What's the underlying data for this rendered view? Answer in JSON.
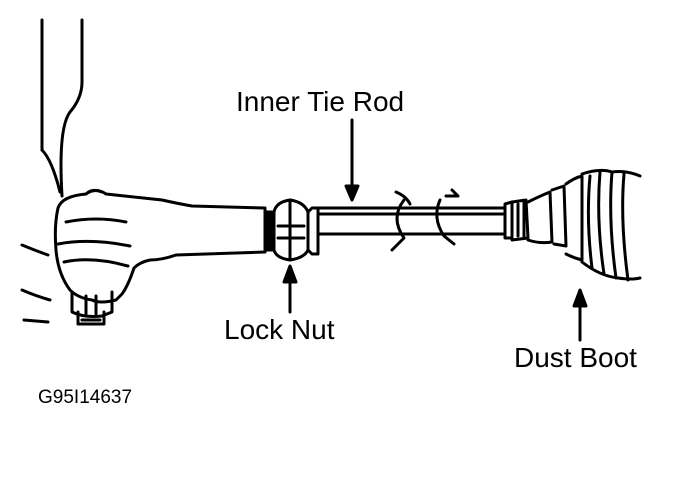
{
  "diagram": {
    "labels": {
      "inner_tie_rod": "Inner Tie Rod",
      "lock_nut": "Lock Nut",
      "dust_boot": "Dust Boot",
      "figure_code": "G95I14637"
    },
    "colors": {
      "ink": "#000000",
      "paper": "#ffffff"
    }
  }
}
